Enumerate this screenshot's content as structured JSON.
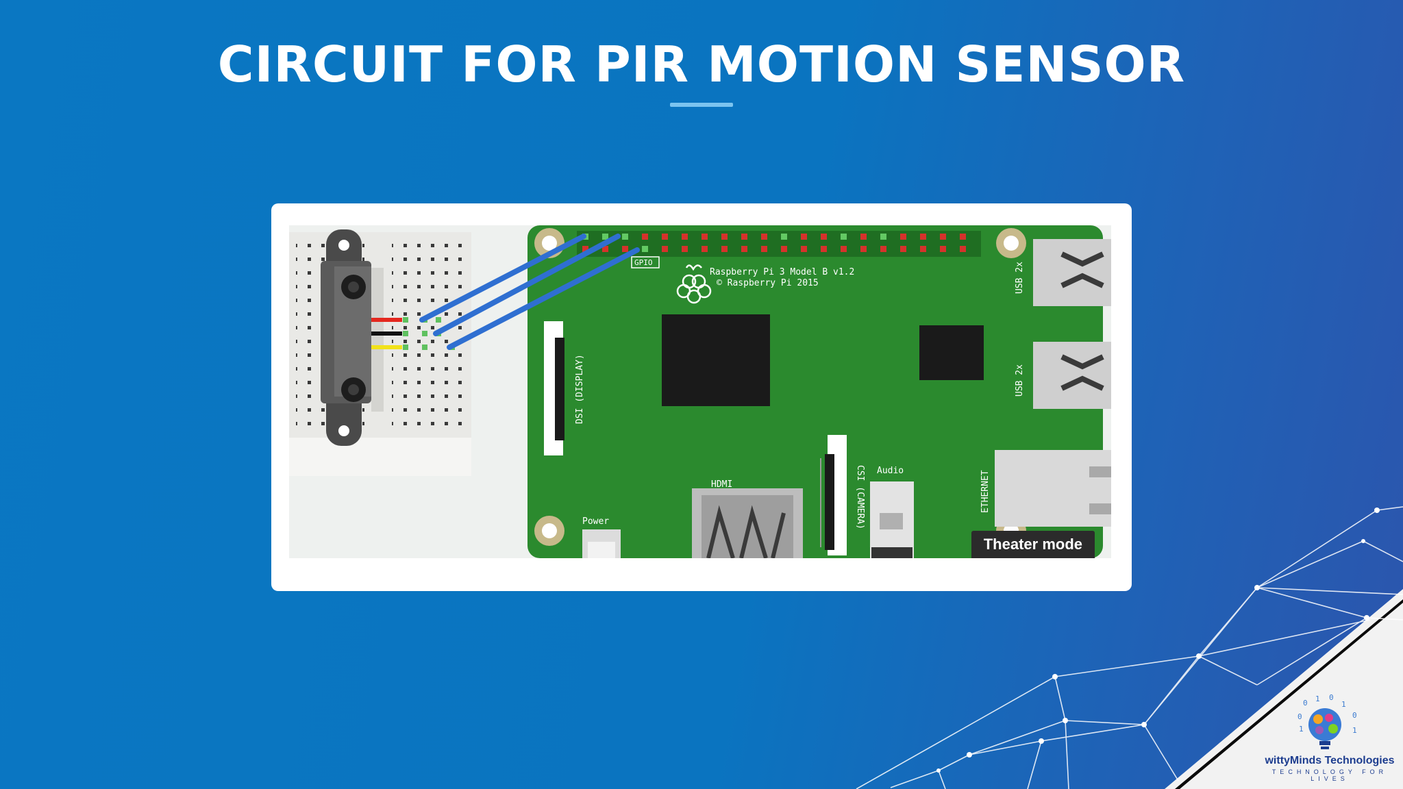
{
  "slide": {
    "title": "CIRCUIT FOR PIR MOTION SENSOR"
  },
  "board": {
    "model_line1": "Raspberry Pi 3 Model B v1.2",
    "model_line2": "© Raspberry Pi 2015",
    "gpio_label": "GPIO",
    "display_label": "DSI (DISPLAY)",
    "camera_label": "CSI (CAMERA)",
    "hdmi_label": "HDMI",
    "power_label": "Power",
    "audio_label": "Audio",
    "ethernet_label": "ETHERNET",
    "usb_label_top": "USB 2x",
    "usb_label_bottom": "USB 2x"
  },
  "video_overlay": {
    "theater_mode_label": "Theater mode"
  },
  "logo": {
    "company_name": "wittyMinds Technologies",
    "tagline": "TECHNOLOGY FOR LIVES"
  },
  "colors": {
    "background": "#0a77c2",
    "pcb_green": "#2b8a2e",
    "wire_blue": "#2f6fd1",
    "wire_red": "#e4281f",
    "wire_yellow": "#f2e21a",
    "logo_text": "#1d3d8f"
  }
}
